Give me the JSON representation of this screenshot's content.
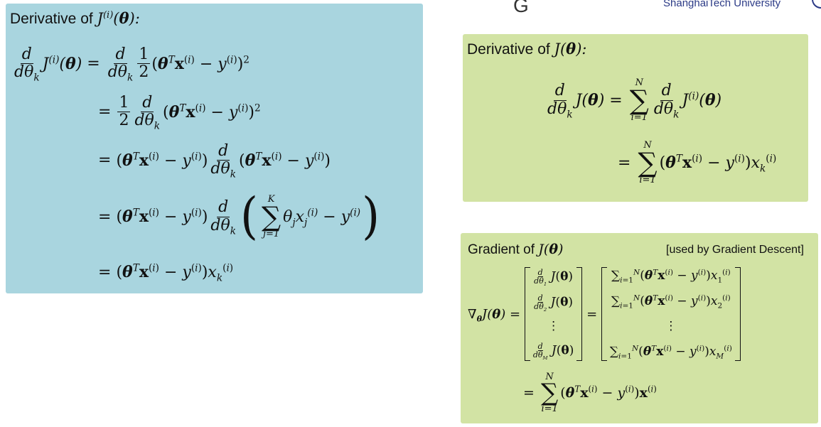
{
  "header": {
    "fragment": "G",
    "university": "ShanghaiTech University"
  },
  "panel_single": {
    "title_prefix": "Derivative of ",
    "title_math": "J(i)(θ):",
    "lines": [
      "d/dθk J(i)(θ) = d/dθk 1/2 (θT x(i) − y(i))2",
      "= 1/2 d/dθk (θT x(i) − y(i))2",
      "= (θT x(i) − y(i)) d/dθk (θT x(i) − y(i))",
      "= (θT x(i) − y(i)) d/dθk ( Σ j=1..K θj xj(i) − y(i) )",
      "= (θT x(i) − y(i)) xk(i)"
    ]
  },
  "panel_full": {
    "title_prefix": "Derivative of ",
    "title_math": "J(θ):",
    "lines": [
      "d/dθk J(θ) = Σ i=1..N d/dθk J(i)(θ)",
      "= Σ i=1..N (θT x(i) − y(i)) xk(i)"
    ]
  },
  "panel_gradient": {
    "title_prefix": "Gradient of ",
    "title_math": "J(θ)",
    "note": "[used by Gradient Descent]",
    "equation": "∇θ J(θ) = [d/dθ1 J(θ); d/dθ2 J(θ); ⋮; d/dθM J(θ)] = [Σ(θT x(i) − y(i)) x1(i); Σ(θT x(i) − y(i)) x2(i); ⋮; Σ(θT x(i) − y(i)) xM(i)]",
    "result": "= Σ i=1..N (θT x(i) − y(i)) x(i)"
  },
  "colors": {
    "blue_panel": "#a9d5df",
    "green_panel": "#d2e3a4",
    "university_text": "#2b3a86"
  }
}
